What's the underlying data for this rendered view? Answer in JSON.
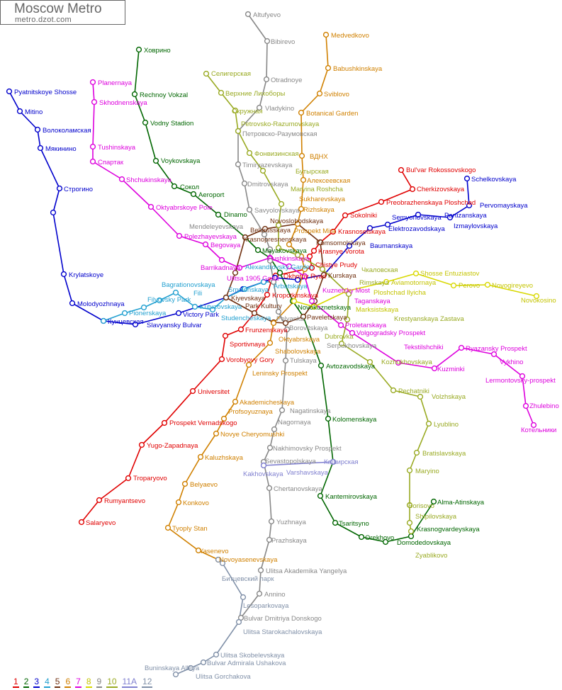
{
  "header": {
    "title": "Moscow Metro",
    "subtitle": "metro.dzot.com"
  },
  "lines": [
    {
      "id": "1",
      "color": "#e00000",
      "stations": [
        "Bul'var Rokossovskogo",
        "Cherkizovskaya",
        "Preobrazhenskaya Ploshchad",
        "Sokolniki",
        "Krasnoselskaya",
        "Krasnye Vorota",
        "Chistye Prudy",
        "Okhotny Ryad",
        "Kropotkinskaya",
        "Frunzenskaya",
        "Sportivnaya",
        "Vorobyovy Gory",
        "Universitet",
        "Prospekt Vernadskogo",
        "Yugo-Zapadnaya",
        "Troparyovo",
        "Rumyantsevo",
        "Salaryevo"
      ]
    },
    {
      "id": "2",
      "color": "#006600",
      "stations": [
        "Ховрино",
        "Rechnoy Vokzal",
        "Vodny Stadion",
        "Voykovskaya",
        "Сокол",
        "Aeroport",
        "Dinamo",
        "Mayakovskaya",
        "Novokuznetskaya",
        "Avtozavodskaya",
        "Kolomenskaya",
        "Kantemirovskaya",
        "Tsaritsyno",
        "Orekhovo",
        "Domodedovskaya",
        "Krasnogvardeyskaya",
        "Alma-Atinskaya"
      ]
    },
    {
      "id": "3",
      "color": "#0000cc",
      "stations": [
        "Pyatnitskoye Shosse",
        "Mitino",
        "Волоколамская",
        "Мякинино",
        "Строгино",
        "Krylatskoye",
        "Molodyozhnaya",
        "Кунцевская",
        "Slavyansky Bulvar",
        "Victory Park",
        "Baumanskaya",
        "Elektrozavodskaya",
        "Semyonovskaya",
        "Partizanskaya",
        "Izmaylovskaya",
        "Pervomayskaya",
        "Schelkovskaya"
      ]
    },
    {
      "id": "4",
      "color": "#22a0d0",
      "stations": [
        "Pionerskaya",
        "Filyovsky Park",
        "Bagrationovskaya",
        "Fili",
        "Kutuzovskaya",
        "Studencheskaya",
        "Smolenskaya",
        "Arbatskaya",
        "Alexandrovsky Garden"
      ]
    },
    {
      "id": "5",
      "color": "#703010",
      "stations": [
        "Kiyevskaya",
        "Krasnopresnenskaya",
        "Belorusskaya",
        "Novoslobodskaya",
        "Komsomolskaya",
        "Kurskaya",
        "Paveletskaya",
        "Park Kultury"
      ]
    },
    {
      "id": "6",
      "color": "#d08000",
      "stations": [
        "Medvedkovo",
        "Babushkinskaya",
        "Sviblovo",
        "Botanical Garden",
        "ВДНХ",
        "Алексеевская",
        "Rizhskaya",
        "Prospekt Mira",
        "Sukharevskaya",
        "Oktyabrskaya",
        "Shabolovskaya",
        "Leninsky Prospekt",
        "Akademicheskaya",
        "Profsoyuznaya",
        "Novye Cheryomushki",
        "Kaluzhskaya",
        "Belyaevo",
        "Konkovo",
        "Tyoply Stan",
        "Yasenevo",
        "Novoyasenevskaya"
      ]
    },
    {
      "id": "7",
      "color": "#dd00dd",
      "stations": [
        "Planernaya",
        "Skhodnenskaya",
        "Tushinskaya",
        "Спартак",
        "Shchukinskaya",
        "Oktyabrskoye Pole",
        "Polezhayevskaya",
        "Begovaya",
        "Ulitsa 1905 Goda",
        "Barrikadnaya",
        "Pushkinskaya",
        "Kuznetsky Most",
        "Taganskaya",
        "Proletarskaya",
        "Volgogradsky Prospekt",
        "Tekstilshchiki",
        "Kuzminki",
        "Ryazansky Prospekt",
        "Vykhino",
        "Lermontovsky-prospekt",
        "Zhulebino",
        "Котельники"
      ]
    },
    {
      "id": "8",
      "color": "#d8d800",
      "stations": [
        "Marksistskaya",
        "Ploshchad Ilyicha",
        "Aviamotornaya",
        "Shosse Entuziastov",
        "Perovo",
        "Novogireyevo",
        "Novokosino"
      ]
    },
    {
      "id": "9",
      "color": "#888888",
      "stations": [
        "Altufyevo",
        "Bibirevo",
        "Otradnoye",
        "Vladykino",
        "Петровско-Разумовская",
        "Timiryazevskaya",
        "Dmitrovskaya",
        "Savyolovskaya",
        "Mendeleyevskaya",
        "Borovitskaya",
        "Polyanka",
        "Serpukhovskaya",
        "Tulskaya",
        "Nagatinskaya",
        "Nagornaya",
        "Nakhimovsky Prospekt",
        "Sevastopolskaya",
        "Chertanovskaya",
        "Yuzhnaya",
        "Prazhskaya",
        "Ulitsa Akademika Yangelya",
        "Annino",
        "Bulvar Dmitriya Donskogo"
      ]
    },
    {
      "id": "10",
      "color": "#99aa22",
      "stations": [
        "Селигерская",
        "Верхние Лихоборы",
        "Окружная",
        "Petrovsko-Razumovskaya",
        "Фонвизинская",
        "Бутырская",
        "Maryina Roshcha",
        "Чкаловская",
        "Rimskaya",
        "Krestyanskaya Zastava",
        "Dubrovka",
        "Kozhukhovskaya",
        "Pechatniki",
        "Volzhskaya",
        "Lyublino",
        "Bratislavskaya",
        "Maryino",
        "Borisovo",
        "Shipilovskaya",
        "Zyablikovo"
      ]
    },
    {
      "id": "11A",
      "color": "#8080d0",
      "stations": [
        "Varshavskaya",
        "Kakhovskaya",
        "Каширская"
      ]
    },
    {
      "id": "12",
      "color": "#8090a8",
      "stations": [
        "Битцевский парк",
        "Lesoparkovaya",
        "Ulitsa Starokachalovskaya",
        "Ulitsa Skobelevskaya",
        "Bulvar Admirala Ushakova",
        "Ulitsa Gorchakova",
        "Buninskaya Alleya"
      ]
    }
  ]
}
